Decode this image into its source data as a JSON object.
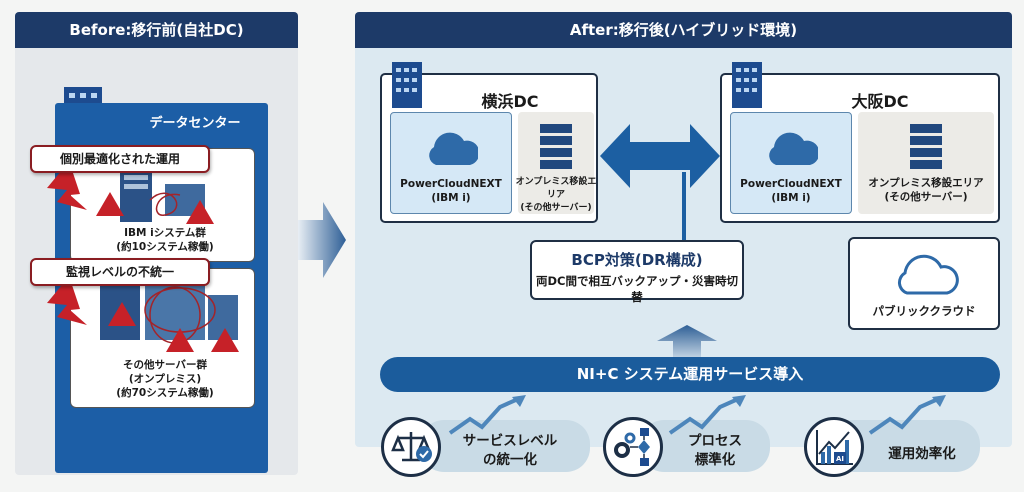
{
  "before": {
    "title": "Before:移行前(自社DC)",
    "dc_label": "データセンター",
    "callout1": "個別最適化された運用",
    "group1": [
      "IBM iシステム群",
      "(約10システム稼働)"
    ],
    "callout2": "監視レベルの不統一",
    "group2": [
      "その他サーバー群",
      "(オンプレミス)",
      "(約70システム稼働)"
    ]
  },
  "after": {
    "title": "After:移行後(ハイブリッド環境)",
    "yokohama": {
      "name": "横浜DC",
      "pcn": [
        "PowerCloudNEXT",
        "(IBM i)"
      ],
      "onprem": [
        "オンプレミス移設エリア",
        "(その他サーバー)"
      ]
    },
    "osaka": {
      "name": "大阪DC",
      "pcn": [
        "PowerCloudNEXT",
        "(IBM i)"
      ],
      "onprem": [
        "オンプレミス移設エリア",
        "(その他サーバー)"
      ]
    },
    "bcp": {
      "title": "BCP対策(DR構成)",
      "desc": "両DC間で相互バックアップ・災害時切替"
    },
    "public_cloud": "パブリッククラウド",
    "service_bar": "NI+C システム運用サービス導入",
    "benefits": [
      [
        "サービスレベル",
        "の統一化"
      ],
      [
        "プロセス",
        "標準化"
      ],
      [
        "運用効率化"
      ]
    ]
  },
  "colors": {
    "navy": "#1d3a68",
    "blue": "#1b5c9c",
    "warning": "#c62128"
  }
}
